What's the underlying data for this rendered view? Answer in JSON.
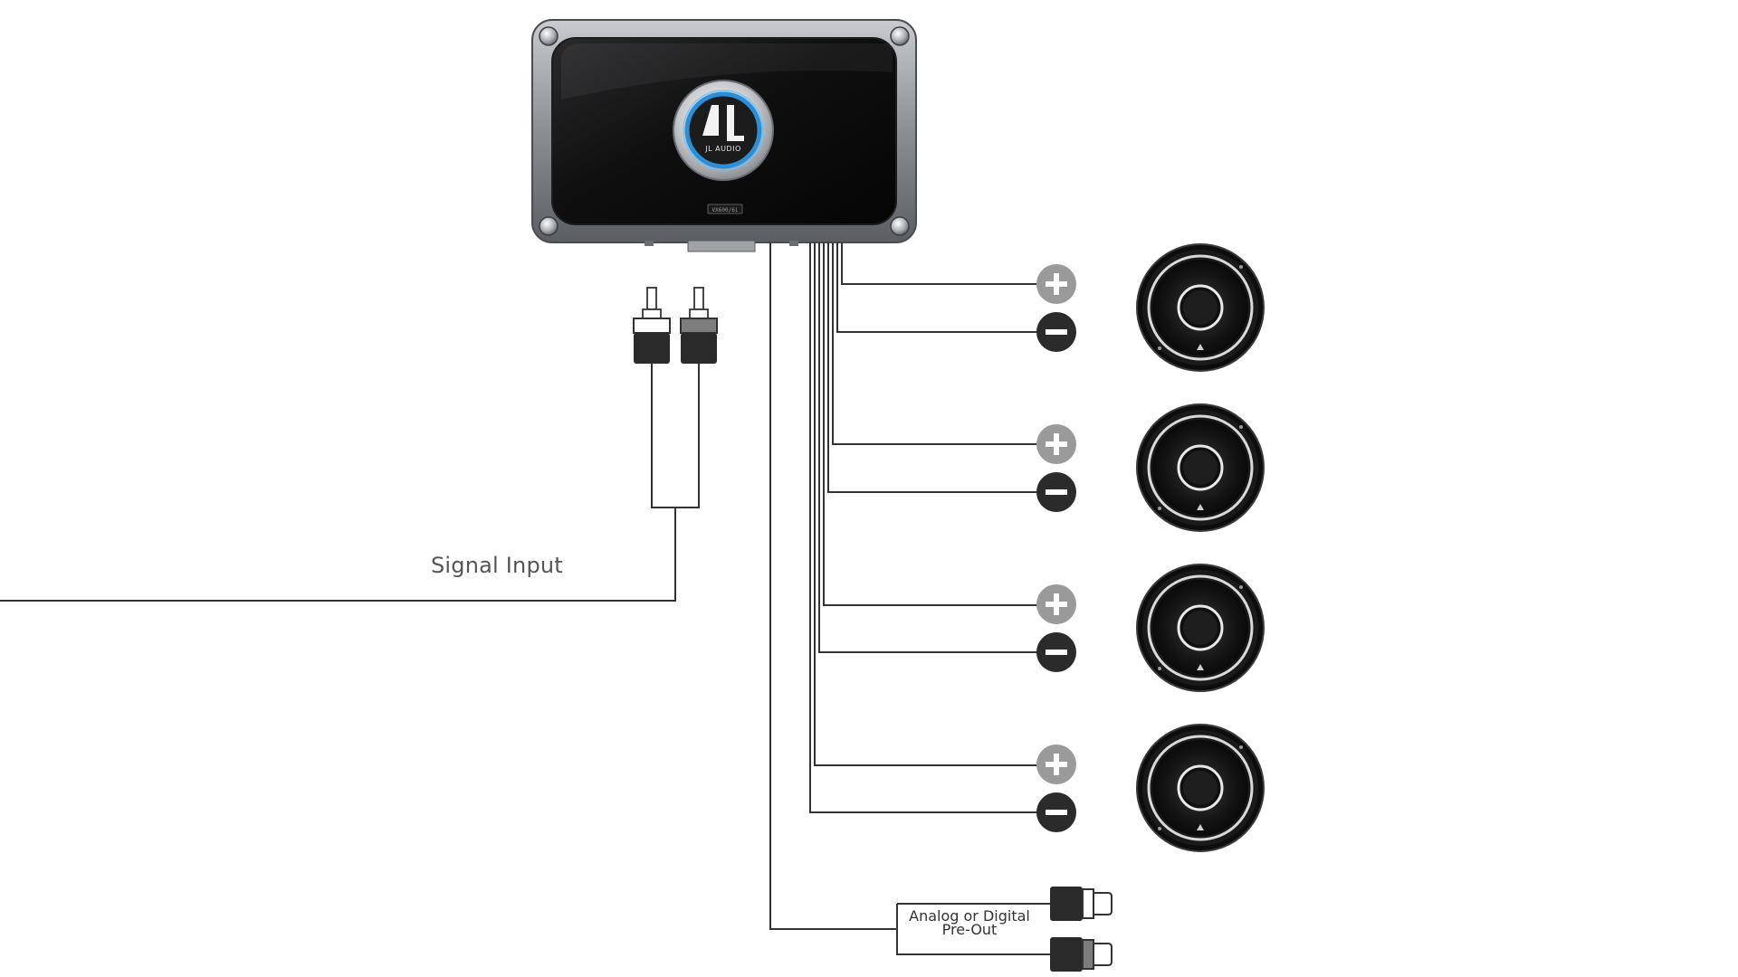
{
  "amplifier": {
    "brand_label": "JL AUDIO",
    "model_label": "VX600/6i",
    "logo_icon": "jl-audio-logo-icon",
    "accent_color": "#2a8fd6"
  },
  "labels": {
    "signal_input": "Signal Input",
    "preout_line1": "Analog or Digital",
    "preout_line2": "Pre-Out"
  },
  "speakers": [
    {
      "positive_icon": "plus-icon",
      "negative_icon": "minus-icon",
      "speaker_icon": "speaker-icon"
    },
    {
      "positive_icon": "plus-icon",
      "negative_icon": "minus-icon",
      "speaker_icon": "speaker-icon"
    },
    {
      "positive_icon": "plus-icon",
      "negative_icon": "minus-icon",
      "speaker_icon": "speaker-icon"
    },
    {
      "positive_icon": "plus-icon",
      "negative_icon": "minus-icon",
      "speaker_icon": "speaker-icon"
    }
  ],
  "colors": {
    "wire": "#333333",
    "positive_terminal": "#9a9a9a",
    "negative_terminal": "#2b2b2b"
  }
}
